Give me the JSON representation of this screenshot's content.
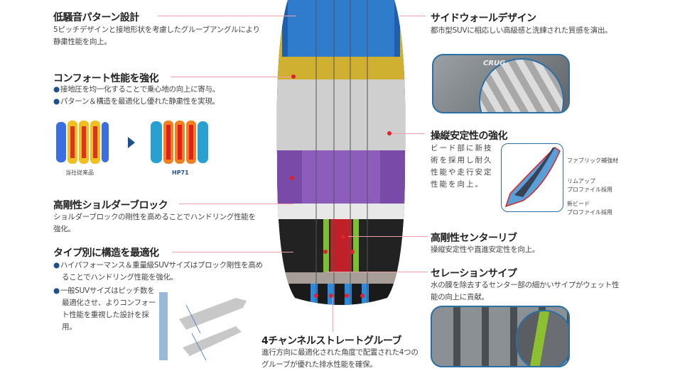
{
  "features": {
    "low_noise": {
      "title": "低騒音パターン設計",
      "desc": "5ピッチデザインと接地形状を考慮したグルーブアングルにより静粛性能を向上。"
    },
    "comfort": {
      "title": "コンフォート性能を強化",
      "bullets": [
        "接地圧を均一化することで乗心地の向上に寄与。",
        "パターン＆構造を最適化し優れた静粛性を実現。"
      ],
      "compare_labels": [
        "当社従来品",
        "HP71"
      ]
    },
    "shoulder": {
      "title": "高剛性ショルダーブロック",
      "desc": "ショルダーブロックの剛性を高めることでハンドリング性能を強化。"
    },
    "structure": {
      "title": "タイプ別に構造を最適化",
      "bullets": [
        "ハイパフォーマンス＆重量級SUVサイズはブロック剛性を高めることでハンドリング性能を強化。",
        "一般SUVサイズはピッチ数を最適化させ、よりコンフォート性能を重視した設計を採用。"
      ]
    },
    "sidewall": {
      "title": "サイドウォールデザイン",
      "desc": "都市型SUVに相応しい高級感と洗練された質感を演出。",
      "logo_text": "CRUG"
    },
    "stability": {
      "title": "操縦安定性の強化",
      "desc": "ビード部に新技術を採用し耐久性能や走行安定性能を向上。",
      "callouts": [
        "ファブリック補強材",
        "リムアップ\nプロファイル採用",
        "新ビード\nプロファイル採用"
      ]
    },
    "center_rib": {
      "title": "高剛性センターリブ",
      "desc": "操縦安定性や直進安定性を向上。"
    },
    "sipe": {
      "title": "セレーションサイプ",
      "desc": "水の膜を除去するセンター部の細かいサイプがウェット性能の向上に貢献。"
    },
    "grooves": {
      "title": "4チャンネルストレートグルーブ",
      "desc": "進行方向に最適化された角度で配置された4つのグルーブが優れた排水性能を確保。"
    }
  },
  "colors": {
    "accent_line": "#f0a0a8",
    "bullet": "#1f4f8f",
    "panel_border": "#2a6fa6",
    "dot": "#e0202a"
  }
}
